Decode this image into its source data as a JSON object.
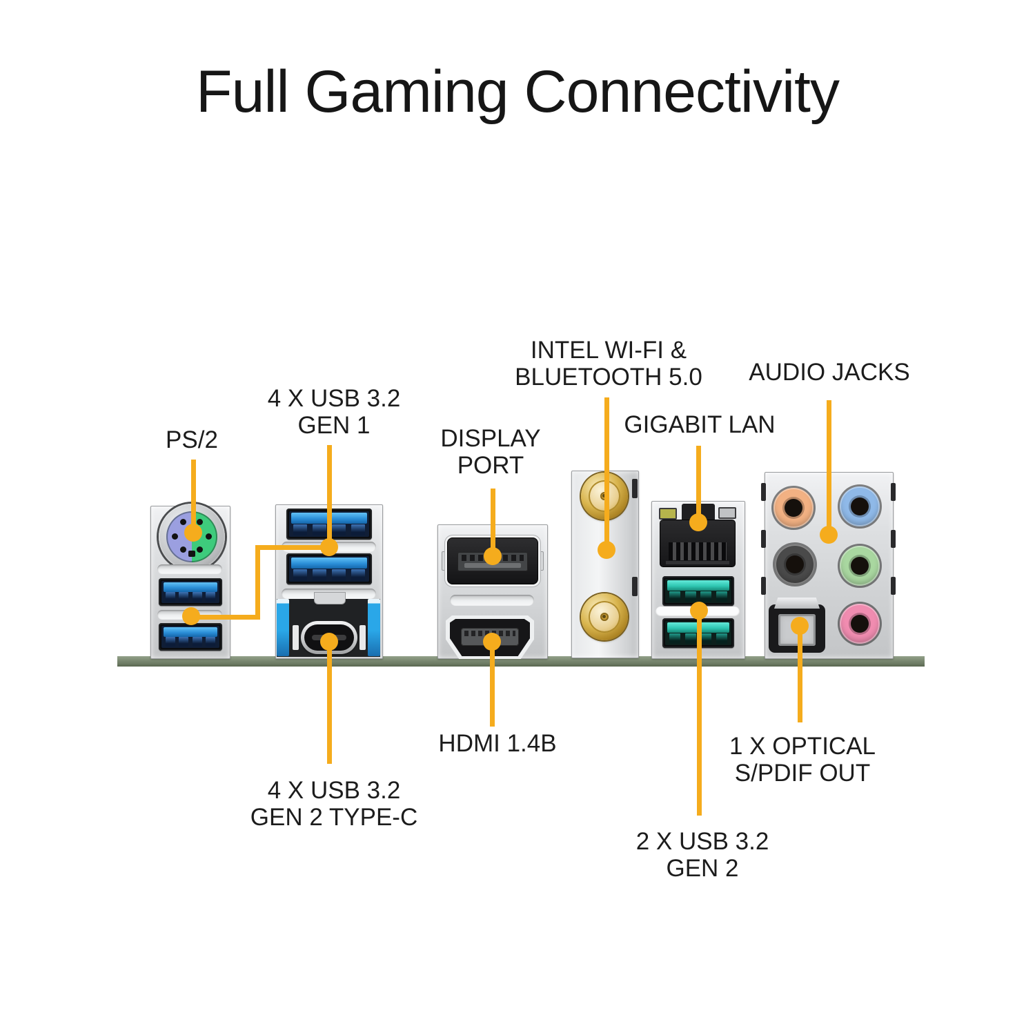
{
  "title": "Full Gaming Connectivity",
  "callouts": {
    "ps2": {
      "label": "PS/2"
    },
    "usb32_gen1": {
      "line1": "4 X USB 3.2",
      "line2": "GEN 1"
    },
    "display_port": {
      "line1": "DISPLAY",
      "line2": "PORT"
    },
    "wifi_bt": {
      "line1": "INTEL WI-FI &",
      "line2": "BLUETOOTH 5.0"
    },
    "gigabit_lan": {
      "label": "GIGABIT LAN"
    },
    "audio_jacks": {
      "label": "AUDIO JACKS"
    },
    "hdmi": {
      "label": "HDMI 1.4B"
    },
    "usb32_gen2_typec": {
      "line1": "4 X USB 3.2",
      "line2": "GEN 2 TYPE-C"
    },
    "usb32_gen2": {
      "line1": "2 X USB 3.2",
      "line2": "GEN 2"
    },
    "optical_spdif": {
      "line1": "1 X OPTICAL",
      "line2": "S/PDIF OUT"
    }
  },
  "colors": {
    "accent_gold": "#F5AC1D",
    "label_color": "#1C1C1C",
    "board_green": "#7C8A72",
    "usb3_blue": "#2B8FD8",
    "usb32_teal": "#2FC7B2",
    "ps2_purple": "#9B9FE0",
    "ps2_green": "#3ECB7C",
    "jack_orange": "#F2B183",
    "jack_blue": "#8FB9E8",
    "jack_black": "#4A4A4A",
    "jack_green": "#A9D7A0",
    "jack_pink": "#F08CB0",
    "sma_gold": "#D9B54E",
    "lan_led_green": "#B6B44C",
    "lan_led_grey": "#C0C2C4"
  }
}
